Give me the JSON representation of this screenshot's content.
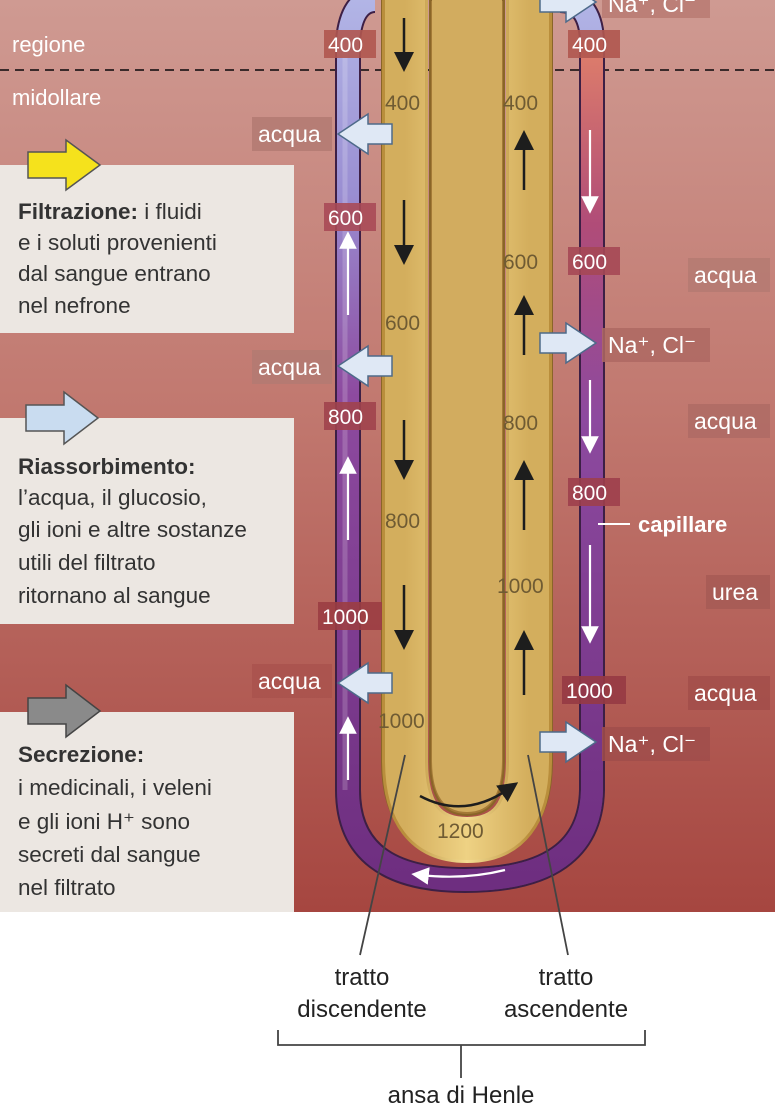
{
  "region": {
    "top_label": "regione",
    "bottom_label": "midollare"
  },
  "legend": {
    "filtration": {
      "title": "Filtrazione:",
      "lines": [
        " i fluidi",
        "e i soluti provenienti",
        "dal sangue entrano",
        "nel nefrone"
      ],
      "arrow_color": "#f5e21c"
    },
    "reabsorption": {
      "title": "Riassorbimento:",
      "lines": [
        "l’acqua, il glucosio,",
        "gli ioni e altre sostanze",
        "utili del filtrato",
        "ritornano al sangue"
      ],
      "arrow_color": "#c9dcf0"
    },
    "secretion": {
      "title": "Secrezione:",
      "lines": [
        "i medicinali, i veleni",
        "e gli ioni H⁺ sono",
        "secreti dal sangue",
        "nel filtrato"
      ],
      "arrow_color": "#8a8a8a"
    }
  },
  "concentrations": {
    "capillary_descending": [
      "400",
      "600",
      "800",
      "1000"
    ],
    "capillary_ascending": [
      "400",
      "600",
      "800",
      "1000"
    ],
    "tube_descending": [
      "400",
      "600",
      "800",
      "1000"
    ],
    "tube_ascending": [
      "400",
      "600",
      "800",
      "1000"
    ],
    "loop_bottom": "1200"
  },
  "exchanges": {
    "water": "acqua",
    "na_cl": "Na⁺, Cl⁻",
    "urea": "urea",
    "top_partial": "Na⁺, Cl⁻"
  },
  "right_labels": [
    "acqua",
    "acqua",
    "urea",
    "acqua"
  ],
  "capillary_label": "capillare",
  "bottom": {
    "descending_line1": "tratto",
    "descending_line2": "discendente",
    "ascending_line1": "tratto",
    "ascending_line2": "ascendente",
    "loop_name": "ansa di Henle"
  },
  "colors": {
    "background_top": "#c98f87",
    "background_bottom": "#a84540",
    "tubule": "#e6c06a",
    "capillary_blue": "#a9a9dc",
    "capillary_purple": "#8b3f97",
    "capillary_red": "#d26a5a",
    "arrow_fill": "#dfe8f5"
  }
}
